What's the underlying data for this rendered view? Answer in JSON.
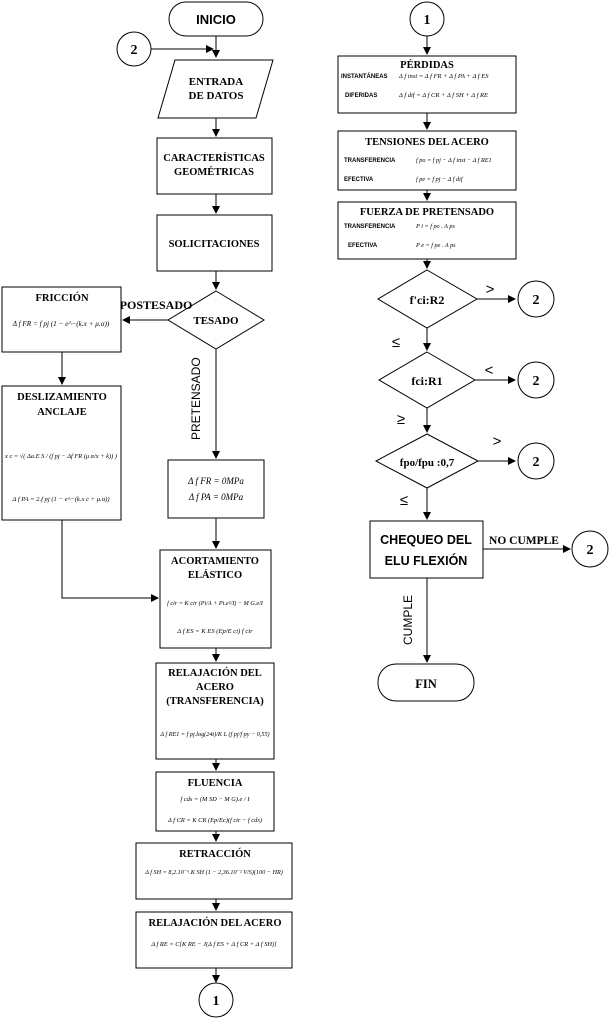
{
  "nodes": {
    "inicio": "INICIO",
    "fin": "FIN",
    "entrada": [
      "ENTRADA",
      "DE DATOS"
    ],
    "caracteristicas": [
      "CARACTERÍSTICAS",
      "GEOMÉTRICAS"
    ],
    "solicitaciones": "SOLICITACIONES",
    "tesado": "TESADO",
    "friccion": {
      "title": "FRICCIÓN",
      "formula": "Δ f FR = f pj (1 − e^−(k.x + μ.α))"
    },
    "deslizamiento": {
      "title": [
        "DESLIZAMIENTO",
        "ANCLAJE"
      ],
      "formula1": "x c = √( Δa.E S / (f pj − Δf FR (μ α/x + k)) )",
      "formula2": "Δ f PA = 2.f pj (1 − e^−(k.x c + μ.α))"
    },
    "pretensado_result": {
      "line1": "Δ f FR = 0MPa",
      "line2": "Δ f PA = 0MPa"
    },
    "acortamiento": {
      "title": [
        "ACORTAMIENTO",
        "ELÁSTICO"
      ],
      "formula1": "f cir = K cir (Pi/A + Pi.e²/I) − M G.e/I",
      "formula2": "Δ f ES = K ES (Ep/E ci) f cir"
    },
    "relajacion_transf": {
      "title": [
        "RELAJACIÓN DEL",
        "ACERO",
        "(TRANSFERENCIA)"
      ],
      "formula": "Δ f RE1 = f pj.log(24t)/K L (f pj/f py − 0,55)"
    },
    "fluencia": {
      "title": "FLUENCIA",
      "formula1": "f cds = (M SD − M G).e / I",
      "formula2": "Δ f CR = K CR (Ep/Ec)(f cir − f cds)"
    },
    "retraccion": {
      "title": "RETRACCIÓN",
      "formula": "Δ f SH = 8,2.10⁻⁶.K SH (1 − 2,36.10⁻² V/S)(100 − HR)"
    },
    "relajacion_acero": {
      "title": "RELAJACIÓN DEL ACERO",
      "formula": "Δ f RE = C[K RE − J(Δ f ES + Δ f CR + Δ f SH)]"
    },
    "perdidas": {
      "title": "PÉRDIDAS",
      "label1": "INSTANTÁNEAS",
      "formula1": "Δ f inst = Δ f FR + Δ f PA + Δ f ES",
      "label2": "DIFERIDAS",
      "formula2": "Δ f dif = Δ f CR + Δ f SH + Δ f RE"
    },
    "tensiones": {
      "title": "TENSIONES DEL ACERO",
      "label1": "TRANSFERENCIA",
      "formula1": "f po = f pj − Δ f inst − Δ f RE1",
      "label2": "EFECTIVA",
      "formula2": "f pe = f pj − Δ f dif"
    },
    "fuerza": {
      "title": "FUERZA DE PRETENSADO",
      "label1": "TRANSFERENCIA",
      "formula1": "P i = f po . A ps",
      "label2": "EFECTIVA",
      "formula2": "P e = f pe . A ps"
    },
    "dec1": "f'ci:R2",
    "dec2": "fci:R1",
    "dec3": "fpo/fpu :0,7",
    "chequeo": [
      "CHEQUEO DEL",
      "ELU FLEXIÓN"
    ]
  },
  "connectors": {
    "c1": "1",
    "c2": "2"
  },
  "edges": {
    "postesado": "POSTESADO",
    "pretensado": "PRETENSADO",
    "gt": ">",
    "lt": "<",
    "le": "≤",
    "ge": "≥",
    "no_cumple": "NO CUMPLE",
    "cumple": "CUMPLE"
  }
}
